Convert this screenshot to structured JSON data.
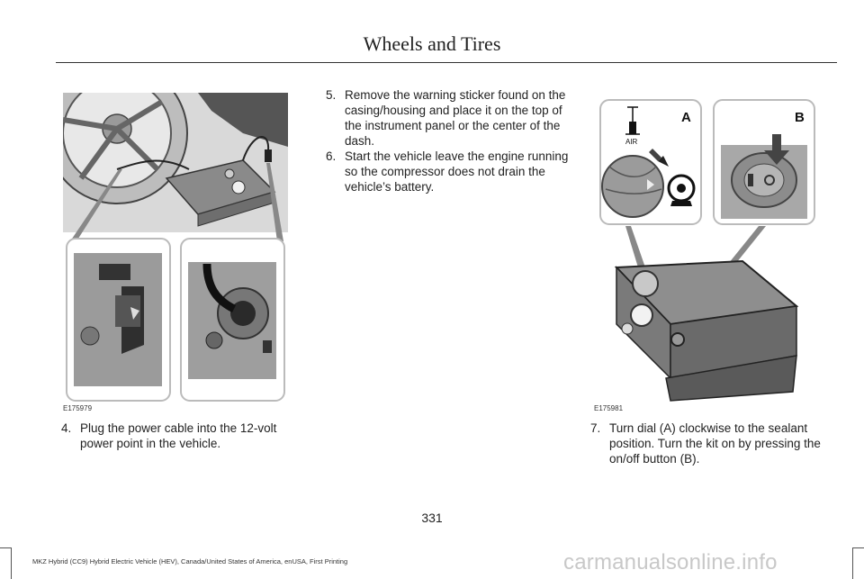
{
  "header": {
    "title": "Wheels and Tires"
  },
  "figures": {
    "left_code": "E175979",
    "right_code": "E175981",
    "labels": {
      "a": "A",
      "b": "B",
      "air": "AIR"
    }
  },
  "steps": [
    {
      "num": "4.",
      "text": "Plug the power cable into the 12-volt power point in the vehicle."
    },
    {
      "num": "5.",
      "text": "Remove the warning sticker found on the casing/housing and place it on the top of the instrument panel or the center of the dash."
    },
    {
      "num": "6.",
      "text": "Start the vehicle leave the engine running so the compressor does not drain the vehicle’s battery."
    },
    {
      "num": "7.",
      "text": "Turn dial (A) clockwise to the sealant position. Turn the kit on by pressing the on/off button (B)."
    }
  ],
  "page_number": "331",
  "footer": "MKZ Hybrid (CC9) Hybrid Electric Vehicle (HEV), Canada/United States of America, enUSA, First Printing",
  "watermark": "carmanualsonline.info"
}
